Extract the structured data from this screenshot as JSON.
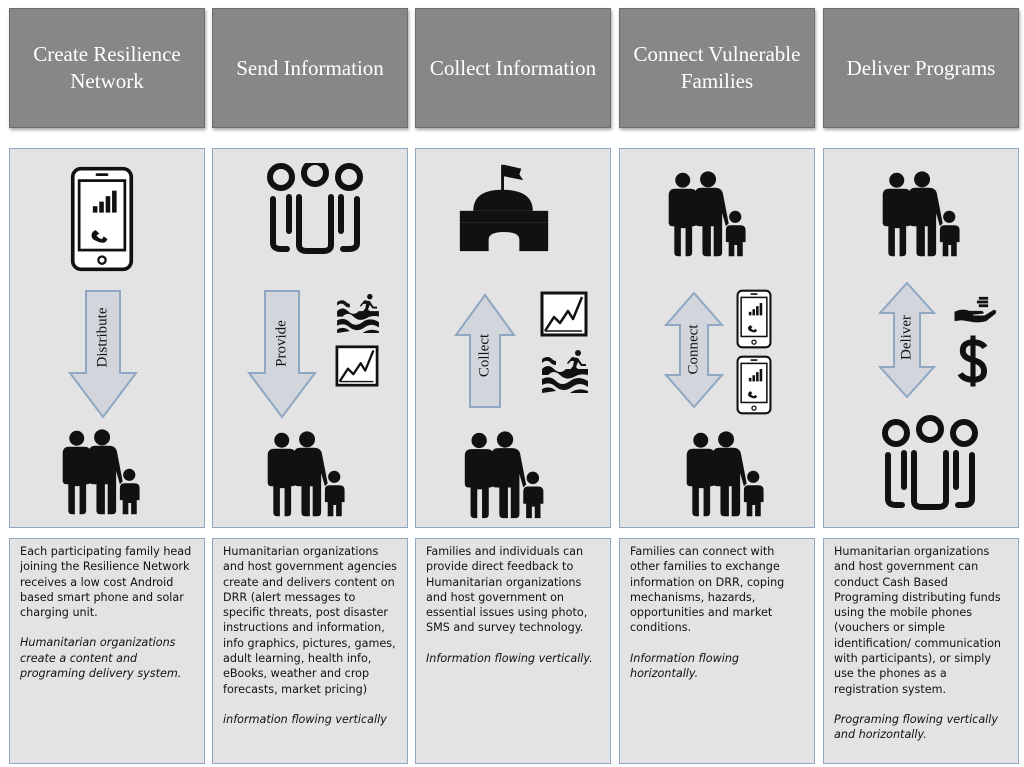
{
  "columns": [
    {
      "title": "Create Resilience Network",
      "arrow_label": "Distribute",
      "arrow_direction": "down",
      "icons": [
        "smartphone-icon",
        "family-icon"
      ],
      "description": "Each participating family head joining the Resilience Network receives a low cost Android based smart phone and solar charging unit.",
      "note": "Humanitarian organizations create a content and programing delivery system."
    },
    {
      "title": "Send Information",
      "arrow_label": "Provide",
      "arrow_direction": "down",
      "icons": [
        "organizations-icon",
        "flood-hazard-icon",
        "market-chart-icon",
        "family-icon"
      ],
      "description": "Humanitarian organizations and host government agencies create and delivers content on DRR (alert messages to specific threats, post disaster instructions and information, info graphics, pictures, games, adult learning, health info, eBooks, weather and crop forecasts, market pricing)",
      "note": "information flowing vertically"
    },
    {
      "title": "Collect Information",
      "arrow_label": "Collect",
      "arrow_direction": "up",
      "icons": [
        "government-building-icon",
        "market-chart-icon",
        "flood-hazard-icon",
        "family-icon"
      ],
      "description": "Families and individuals can provide direct feedback to Humanitarian organizations and host government on essential issues using photo, SMS and survey technology.",
      "note": "Information flowing vertically."
    },
    {
      "title": "Connect Vulnerable Families",
      "arrow_label": "Connect",
      "arrow_direction": "both",
      "icons": [
        "family-icon",
        "smartphone-icon",
        "smartphone-icon",
        "family-icon"
      ],
      "description": "Families can connect with other families to exchange information on DRR, coping mechanisms, hazards, opportunities and market conditions.",
      "note": "Information flowing horizontally."
    },
    {
      "title": "Deliver Programs",
      "arrow_label": "Deliver",
      "arrow_direction": "both",
      "icons": [
        "family-icon",
        "cash-in-hand-icon",
        "dollar-sign-icon",
        "organizations-icon"
      ],
      "description": "Humanitarian organizations and host government can conduct Cash Based Programing distributing funds using the mobile phones (vouchers or simple identification/ communication with participants), or simply use the phones as a registration system.",
      "note": "Programing flowing vertically and horizontally."
    }
  ],
  "colors": {
    "header_fill": "#878787",
    "panel_fill": "#e3e3e4",
    "panel_border": "#8fa7c2",
    "arrow_fill": "#d2d6dc",
    "arrow_border": "#8fa7c2",
    "icon_color": "#111111"
  }
}
